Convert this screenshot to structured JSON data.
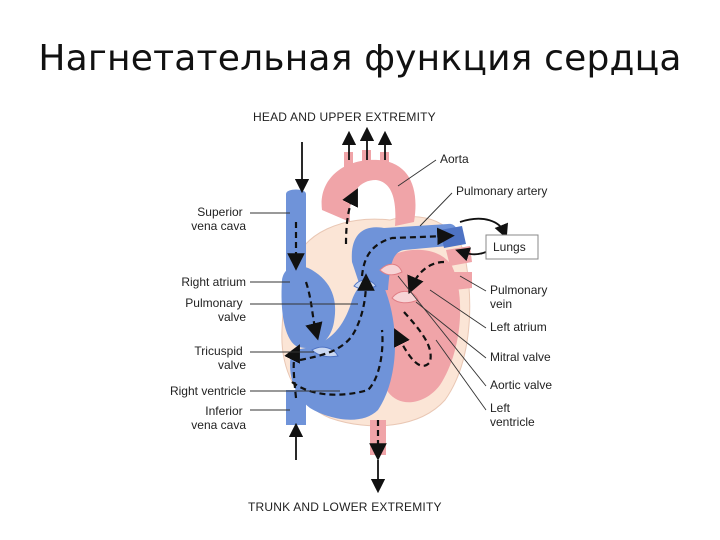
{
  "slide": {
    "title": "Нагнетательная функция сердца"
  },
  "diagram": {
    "top_caption": "HEAD AND UPPER EXTREMITY",
    "bottom_caption": "TRUNK AND LOWER EXTREMITY",
    "lungs_label": "Lungs",
    "left_labels": {
      "superior_vena_cava": [
        "Superior",
        "vena cava"
      ],
      "right_atrium": [
        "Right atrium"
      ],
      "pulmonary_valve": [
        "Pulmonary",
        "valve"
      ],
      "tricuspid_valve": [
        "Tricuspid",
        "valve"
      ],
      "right_ventricle": [
        "Right ventricle"
      ],
      "inferior_vena_cava": [
        "Inferior",
        "vena cava"
      ]
    },
    "right_labels": {
      "aorta": [
        "Aorta"
      ],
      "pulmonary_artery": [
        "Pulmonary artery"
      ],
      "pulmonary_vein": [
        "Pulmonary",
        "vein"
      ],
      "left_atrium": [
        "Left atrium"
      ],
      "mitral_valve": [
        "Mitral valve"
      ],
      "aortic_valve": [
        "Aortic valve"
      ],
      "left_ventricle": [
        "Left",
        "ventricle"
      ]
    },
    "colors": {
      "deoxygenated": "#6f93d9",
      "deoxygenated_dark": "#4e73c4",
      "oxygenated": "#f0a4a8",
      "oxygenated_dark": "#e07f86",
      "heart_wall": "#fbe5d6"
    }
  }
}
